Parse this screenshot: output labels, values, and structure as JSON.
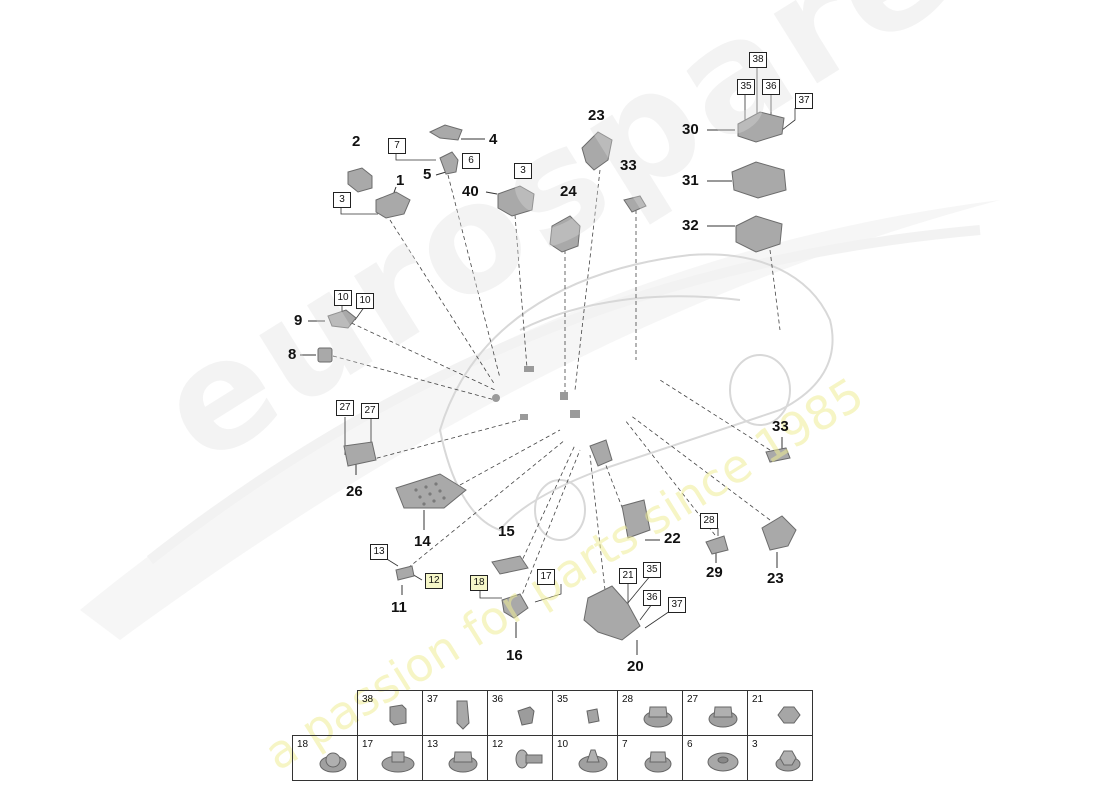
{
  "watermark": {
    "brand": "eurospares",
    "tagline": "a passion for parts since 1985"
  },
  "callouts": {
    "c1": "1",
    "c2": "2",
    "c4": "4",
    "c5": "5",
    "c8": "8",
    "c9": "9",
    "c11": "11",
    "c14": "14",
    "c15": "15",
    "c16": "16",
    "c20": "20",
    "c22": "22",
    "c23a": "23",
    "c23b": "23",
    "c24": "24",
    "c26": "26",
    "c29": "29",
    "c30": "30",
    "c31": "31",
    "c32": "32",
    "c33a": "33",
    "c33b": "33",
    "c40": "40"
  },
  "boxed_refs": {
    "b3a": "3",
    "b7": "7",
    "b6": "6",
    "b3b": "3",
    "b10a": "10",
    "b10b": "10",
    "b27a": "27",
    "b27b": "27",
    "b13": "13",
    "b12": "12",
    "b18": "18",
    "b17": "17",
    "b21": "21",
    "b35a": "35",
    "b36a": "36",
    "b37a": "37",
    "b28": "28",
    "b38": "38",
    "b35b": "35",
    "b36b": "36",
    "b37b": "37"
  },
  "fastener_table": {
    "row1": [
      "38",
      "37",
      "36",
      "35",
      "28",
      "27",
      "21"
    ],
    "row2": [
      "18",
      "17",
      "13",
      "12",
      "10",
      "7",
      "6",
      "3"
    ]
  }
}
